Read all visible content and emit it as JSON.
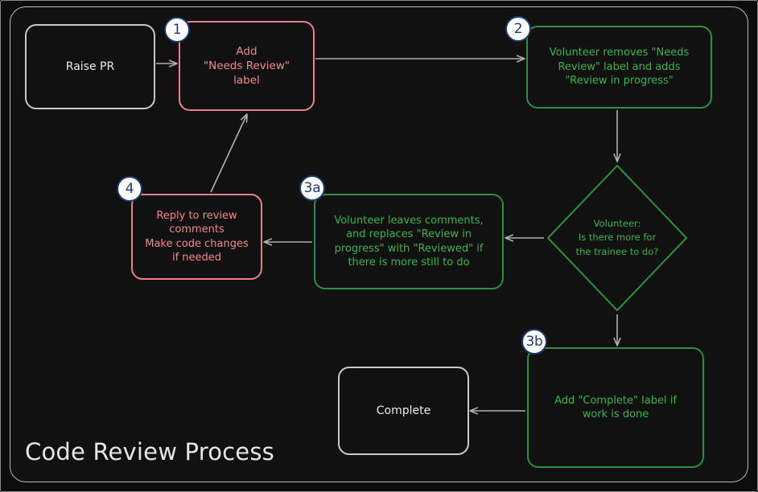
{
  "diagram": {
    "title": "Code Review Process",
    "background_color": "#111111",
    "frame_color": "#b9b9b9",
    "colors": {
      "gray": "#c9c9c9",
      "red": "#e8808a",
      "green": "#2f8f3e",
      "badge_fill": "#fdfdfd",
      "badge_stroke": "#1b3a6b",
      "edge": "#b0b0b0"
    }
  },
  "nodes": {
    "raise_pr": {
      "label": "Raise PR",
      "style": "gray",
      "shape": "rounded-rect"
    },
    "step1": {
      "badge": "1",
      "label": "Add\n\"Needs Review\"\nlabel",
      "style": "red",
      "shape": "rounded-rect"
    },
    "step2": {
      "badge": "2",
      "label": "Volunteer removes \"Needs\nReview\" label and adds\n\"Review in progress\"",
      "style": "green",
      "shape": "rounded-rect"
    },
    "decision": {
      "label": "Volunteer:\nIs there more for\nthe trainee to do?",
      "style": "green",
      "shape": "diamond"
    },
    "step3a": {
      "badge": "3a",
      "label": "Volunteer leaves comments,\nand replaces \"Review in\nprogress\" with \"Reviewed\" if\nthere is more still to do",
      "style": "green",
      "shape": "rounded-rect"
    },
    "step3b": {
      "badge": "3b",
      "label": "Add \"Complete\" label if\nwork is done",
      "style": "green",
      "shape": "rounded-rect"
    },
    "step4": {
      "badge": "4",
      "label": "Reply to review\ncomments\nMake code changes\nif needed",
      "style": "red",
      "shape": "rounded-rect"
    },
    "complete": {
      "label": "Complete",
      "style": "gray",
      "shape": "rounded-rect"
    }
  },
  "edges": [
    {
      "id": "e1",
      "from": "raise_pr",
      "to": "step1",
      "label": ""
    },
    {
      "id": "e2",
      "from": "step1",
      "to": "step2",
      "label": ""
    },
    {
      "id": "e3",
      "from": "step2",
      "to": "decision",
      "label": ""
    },
    {
      "id": "e4",
      "from": "decision",
      "to": "step3a",
      "label": ""
    },
    {
      "id": "e5",
      "from": "decision",
      "to": "step3b",
      "label": ""
    },
    {
      "id": "e6",
      "from": "step3a",
      "to": "step4",
      "label": ""
    },
    {
      "id": "e7",
      "from": "step4",
      "to": "step1",
      "label": ""
    },
    {
      "id": "e8",
      "from": "step3b",
      "to": "complete",
      "label": ""
    }
  ]
}
